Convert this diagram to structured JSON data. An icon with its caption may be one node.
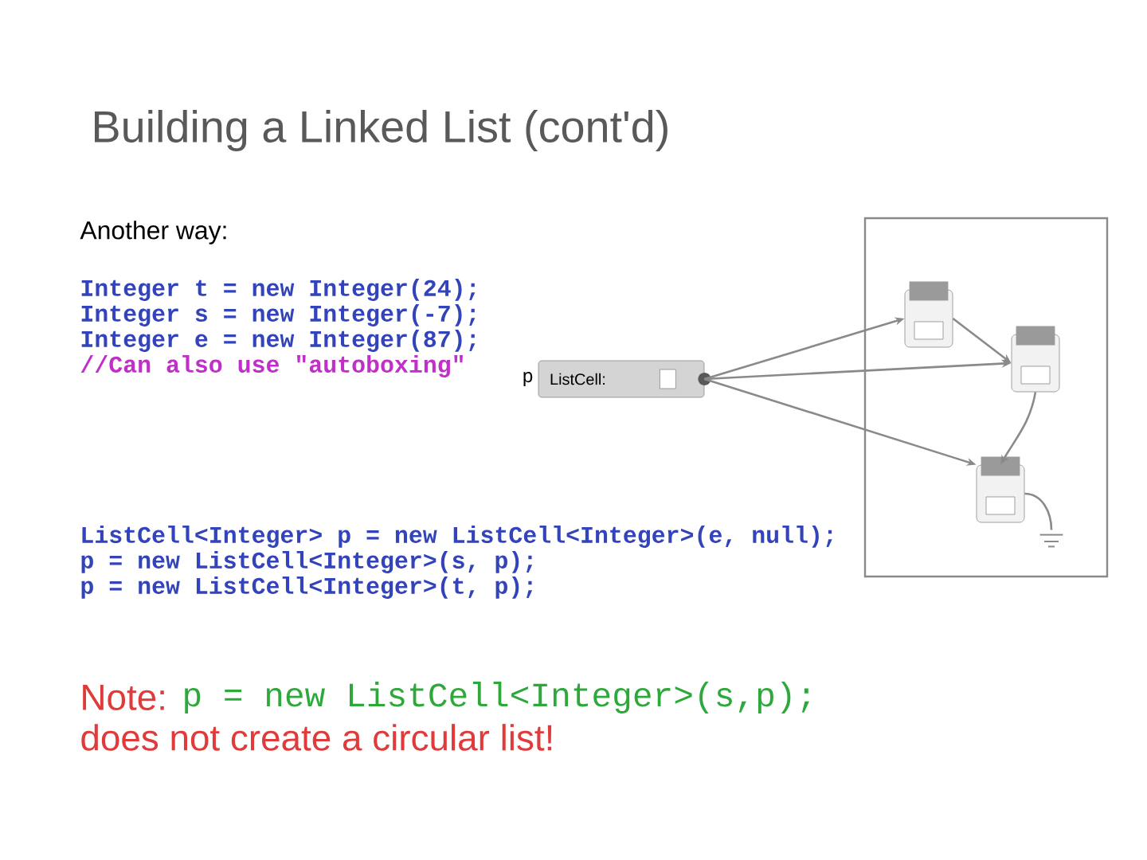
{
  "diagram": {
    "title": "Building a Linked List (cont'd)",
    "nodes": [
      {
        "text": [
          "ListCell:"
        ],
        "beside": [
          "p"
        ]
      },
      {
        "text": [],
        "shape": "box"
      },
      {
        "text": [],
        "shape": "box",
        "in": 1
      },
      {
        "text": [],
        "shape": "box",
        "in": 1
      },
      {
        "text": [],
        "shape": "box",
        "in": 1
      },
      {
        "text": [],
        "shape": "ground",
        "in": 1
      }
    ],
    "edges": [
      {
        "from": 0,
        "to": 2,
        "arrow": "to"
      },
      {
        "from": 0,
        "to": 3,
        "arrow": "to"
      },
      {
        "from": 0,
        "to": 4,
        "arrow": "to"
      },
      {
        "from": 2,
        "to": 3,
        "arrow": "to"
      },
      {
        "from": 3,
        "to": 4,
        "arrow": "to"
      },
      {
        "from": 4,
        "to": 5,
        "arrow": "none"
      }
    ],
    "labels": [
      "Another way:",
      "Integer t = new Integer(24);",
      "Integer s = new Integer(-7);",
      "Integer e = new Integer(87);",
      "//Can also use \"autoboxing\"",
      "ListCell<Integer> p = new ListCell<Integer>(e, null);",
      "p = new ListCell<Integer>(s, p);",
      "p = new ListCell<Integer>(t, p);",
      "Note:",
      "p = new ListCell<Integer>(s,p);",
      "does not create a circular list!"
    ]
  }
}
